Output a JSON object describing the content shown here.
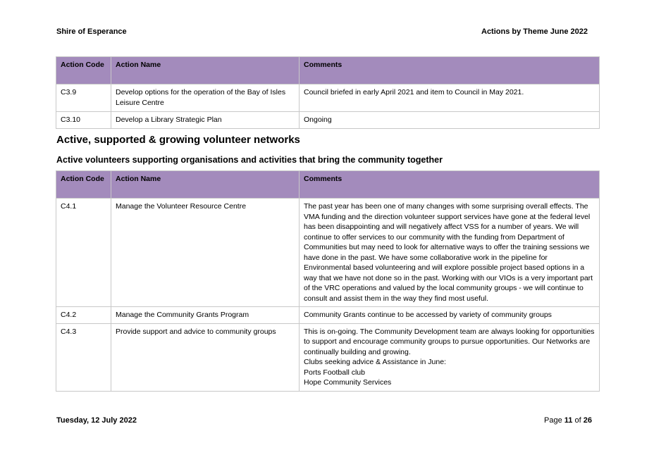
{
  "header": {
    "organisation": "Shire of Esperance",
    "report_title": "Actions by Theme June 2022"
  },
  "table_top": {
    "columns": [
      "Action Code",
      "Action Name",
      "Comments"
    ],
    "rows": [
      {
        "code": "C3.9",
        "name": "Develop options for the operation of the Bay of Isles Leisure Centre",
        "comments": "Council briefed in early April 2021 and item to Council in May 2021."
      },
      {
        "code": "C3.10",
        "name": "Develop a Library Strategic Plan",
        "comments": "Ongoing"
      }
    ]
  },
  "section": {
    "heading": "Active, supported & growing volunteer networks",
    "subheading": "Active volunteers supporting organisations and activities that bring the community together"
  },
  "table_main": {
    "columns": [
      "Action Code",
      "Action Name",
      "Comments"
    ],
    "rows": [
      {
        "code": "C4.1",
        "name": "Manage the Volunteer Resource Centre",
        "comments": "The past year has been one of many changes with some surprising overall effects.  The VMA funding and the direction volunteer support services have gone at the federal level has been disappointing and will negatively affect VSS for a number of years.  We will continue to offer services to our community with the funding from Department of Communities but may need to look for alternative ways to offer the training sessions we have done in the past.  We have some collaborative work in the pipeline for Environmental based volunteering and will explore possible project based options in a way that we have not done so in the past.  Working with our VIOs is a very important part of the VRC operations and valued by the local community groups - we will continue to consult and assist them in the way they find most useful."
      },
      {
        "code": "C4.2",
        "name": "Manage the Community Grants Program",
        "comments": "Community Grants continue to be accessed by variety of community groups"
      },
      {
        "code": "C4.3",
        "name": "Provide support and advice to community groups",
        "comments": "This is on-going. The Community Development team are always looking for opportunities to support and encourage community groups to pursue opportunities. Our Networks are continually building and growing.\nClubs seeking advice & Assistance in June:\nPorts Football club\nHope Community Services"
      }
    ]
  },
  "footer": {
    "date": "Tuesday, 12 July 2022",
    "page_label": "Page",
    "page_number": "11",
    "page_of": "of",
    "page_total": "26"
  },
  "colors": {
    "table_header_bg": "#a38bbc",
    "table_border": "#c8c8c8"
  }
}
